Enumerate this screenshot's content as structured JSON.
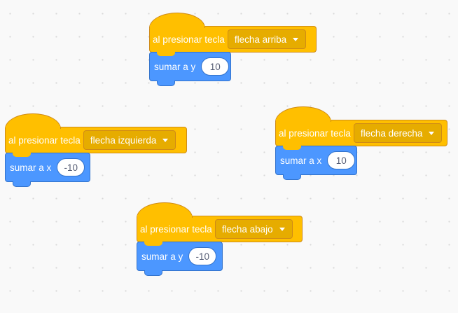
{
  "colors": {
    "events": "#FFBF00",
    "motion": "#4C97FF"
  },
  "scripts": [
    {
      "hat_label": "al presionar tecla",
      "key": "flecha arriba",
      "action": "sumar a y",
      "value": "10"
    },
    {
      "hat_label": "al presionar tecla",
      "key": "flecha izquierda",
      "action": "sumar a x",
      "value": "-10"
    },
    {
      "hat_label": "al presionar tecla",
      "key": "flecha derecha",
      "action": "sumar a x",
      "value": "10"
    },
    {
      "hat_label": "al presionar tecla",
      "key": "flecha abajo",
      "action": "sumar a y",
      "value": "-10"
    }
  ]
}
